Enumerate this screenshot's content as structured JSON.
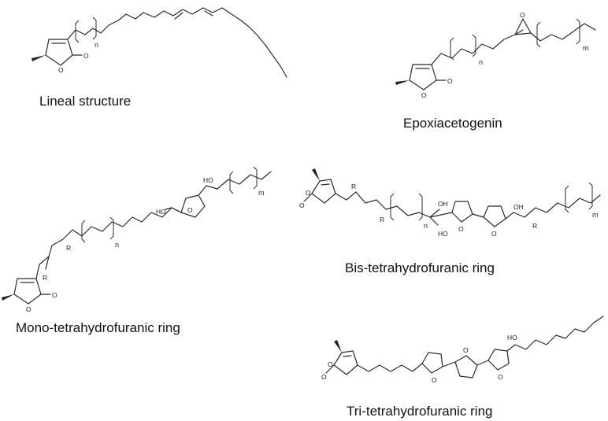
{
  "captions": {
    "lineal": "Lineal structure",
    "epoxi": "Epoxiacetogenin",
    "mono": "Mono-tetrahydrofuranic ring",
    "bis": "Bis-tetrahydrofuranic ring",
    "tri": "Tri-tetrahydrofuranic ring"
  },
  "atoms": {
    "oxygen": "O",
    "hydroxyl": "HO",
    "hydroxyl_right": "OH",
    "substituent": "R"
  },
  "subscripts": {
    "n": "n",
    "m": "m"
  }
}
